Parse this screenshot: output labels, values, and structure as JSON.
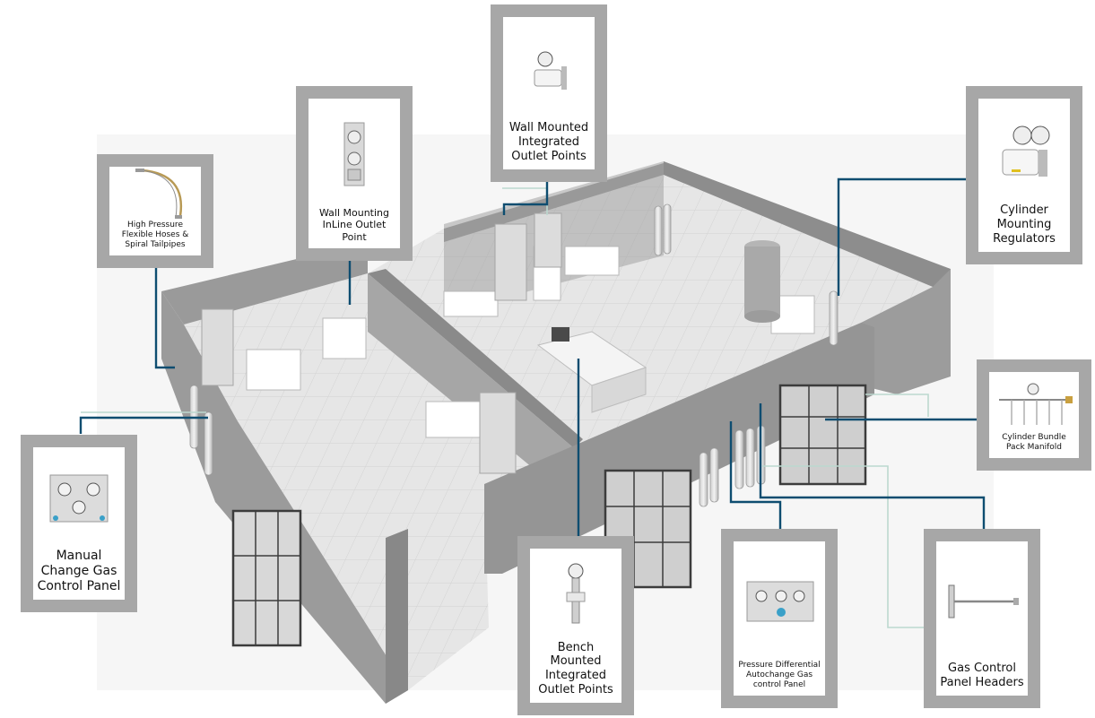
{
  "callouts": {
    "hoses": {
      "label": "High Pressure Flexible Hoses & Spiral Tailpipes",
      "icon": "flexible-hose-icon"
    },
    "wall_inline": {
      "label": "Wall Mounting InLine Outlet Point",
      "icon": "inline-outlet-icon"
    },
    "wall_integrated": {
      "label": "Wall Mounted Integrated Outlet Points",
      "icon": "integrated-outlet-icon"
    },
    "cylinder_regulators": {
      "label": "Cylinder Mounting Regulators",
      "icon": "regulator-icon"
    },
    "bundle_manifold": {
      "label": "Cylinder Bundle Pack Manifold",
      "icon": "manifold-icon"
    },
    "manual_panel": {
      "label": "Manual Change Gas Control Panel",
      "icon": "control-panel-icon"
    },
    "bench_outlet": {
      "label": "Bench Mounted Integrated Outlet Points",
      "icon": "bench-outlet-icon"
    },
    "autochange_panel": {
      "label": "Pressure Differential Autochange Gas control Panel",
      "icon": "autochange-panel-icon"
    },
    "headers": {
      "label": "Gas Control Panel Headers",
      "icon": "panel-header-icon"
    }
  },
  "colors": {
    "callout_frame": "#a7a7a7",
    "leader_line": "#0e4d70",
    "pipe_line": "#bcd8cf",
    "wall": "#8d8d8d",
    "floor": "#e4e4e4"
  }
}
